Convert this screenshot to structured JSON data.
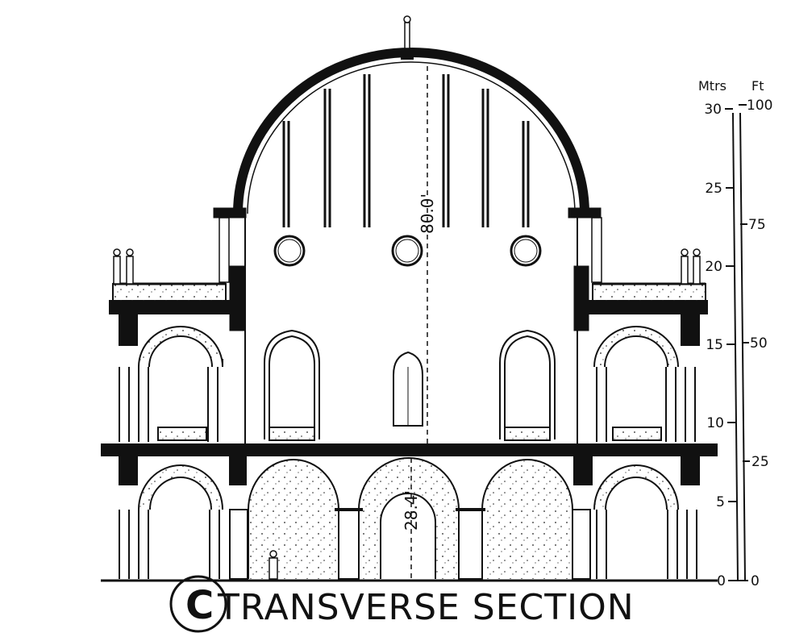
{
  "caption": {
    "letter": "C",
    "title": "TRANSVERSE SECTION"
  },
  "dimensions": {
    "total_height": "80.0'",
    "lower_height": "28.4'"
  },
  "scale": {
    "metres_label": "Mtrs",
    "feet_label": "Ft",
    "metre_ticks": [
      "0",
      "5",
      "10",
      "15",
      "20",
      "25",
      "30"
    ],
    "feet_ticks": [
      "0",
      "25",
      "50",
      "75",
      "100"
    ]
  }
}
